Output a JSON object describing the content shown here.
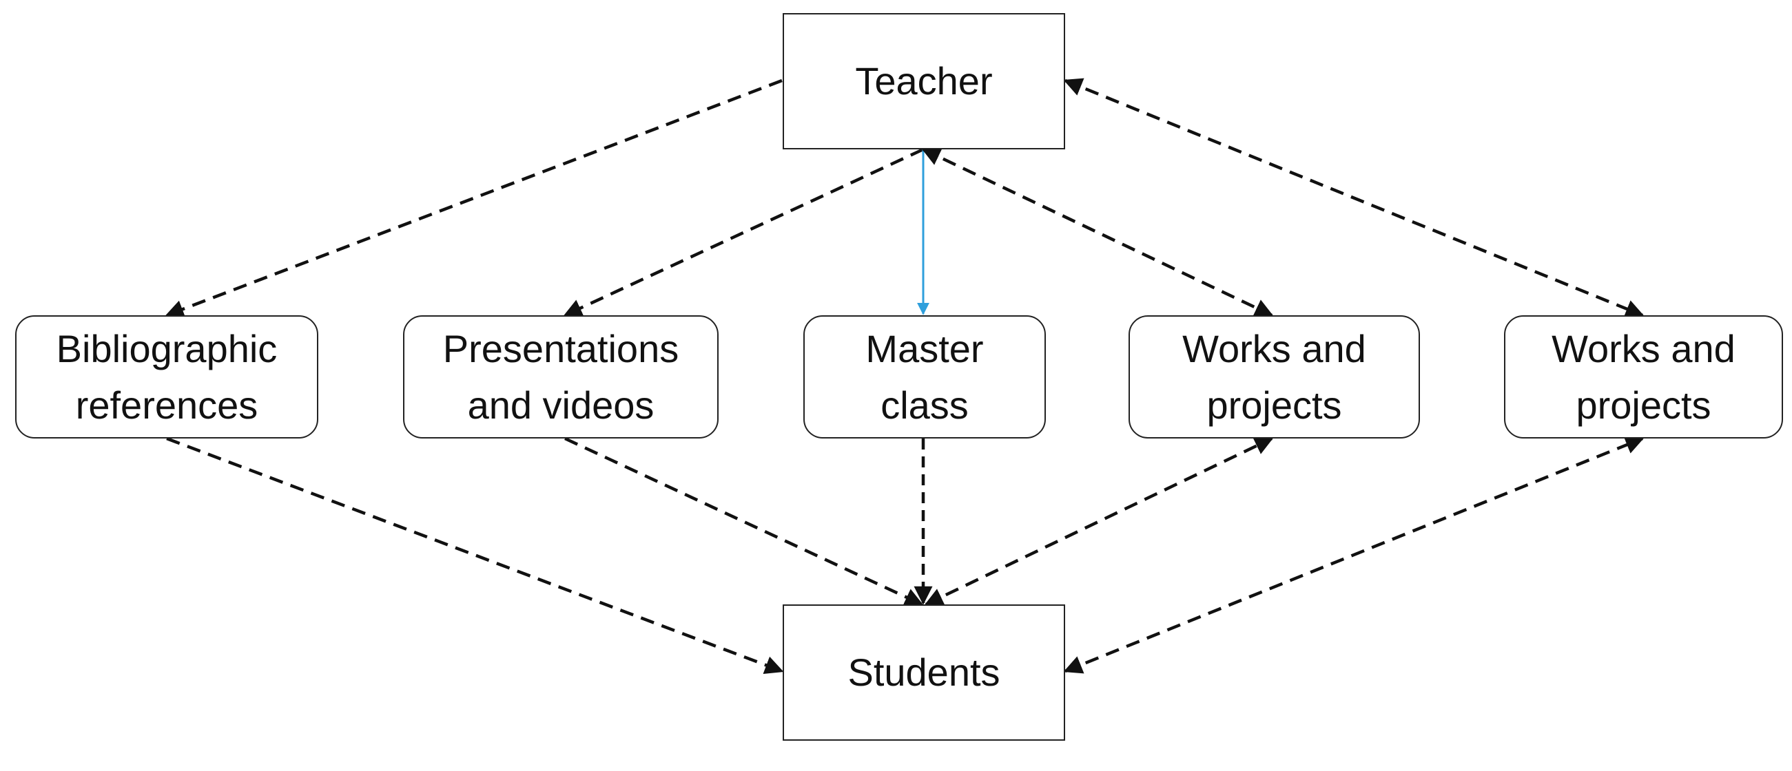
{
  "colors": {
    "line": "#111111",
    "highlight_arrow": "#2f9fdc",
    "node_border": "#222222",
    "background": "#ffffff"
  },
  "nodes": {
    "teacher": "Teacher",
    "bibliographic": "Bibliographic\nreferences",
    "presentations": "Presentations\nand videos",
    "masterclass": "Master\nclass",
    "works1": "Works and\nprojects",
    "works2": "Works and\nprojects",
    "students": "Students"
  },
  "edges": [
    {
      "from": "teacher",
      "to": "bibliographic",
      "style": "dashed",
      "arrow": "end"
    },
    {
      "from": "teacher",
      "to": "presentations",
      "style": "dashed",
      "arrow": "end"
    },
    {
      "from": "teacher",
      "to": "masterclass",
      "style": "solid",
      "color": "highlight",
      "arrow": "end"
    },
    {
      "from": "teacher",
      "to": "works1",
      "style": "dashed",
      "arrow": "both"
    },
    {
      "from": "teacher",
      "to": "works2",
      "style": "dashed",
      "arrow": "both"
    },
    {
      "from": "bibliographic",
      "to": "students",
      "style": "dashed",
      "arrow": "end"
    },
    {
      "from": "presentations",
      "to": "students",
      "style": "dashed",
      "arrow": "end"
    },
    {
      "from": "masterclass",
      "to": "students",
      "style": "dashed",
      "arrow": "end"
    },
    {
      "from": "students",
      "to": "works1",
      "style": "dashed",
      "arrow": "both"
    },
    {
      "from": "students",
      "to": "works2",
      "style": "dashed",
      "arrow": "both"
    }
  ]
}
